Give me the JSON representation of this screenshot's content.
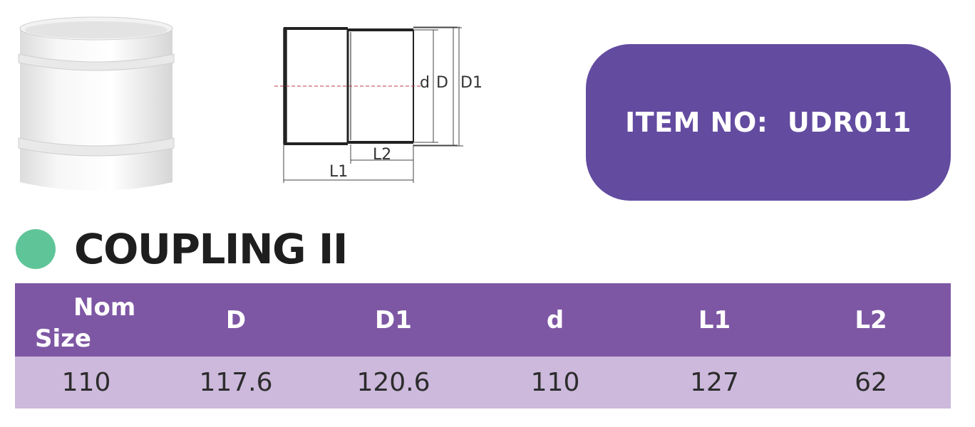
{
  "item_panel": {
    "label": "ITEM NO:  UDR011"
  },
  "product": {
    "title": "COUPLING II"
  },
  "drawing": {
    "labels": {
      "d": "d",
      "D": "D",
      "D1": "D1",
      "L1": "L1",
      "L2": "L2"
    }
  },
  "table": {
    "headers": {
      "nom_line1": "Nom",
      "nom_line2": "Size",
      "D": "D",
      "D1": "D1",
      "d": "d",
      "L1": "L1",
      "L2": "L2"
    },
    "rows": [
      {
        "nom_size": "110",
        "D": "117.6",
        "D1": "120.6",
        "d": "110",
        "L1": "127",
        "L2": "62"
      }
    ]
  },
  "colors": {
    "item_panel": "#634ba0",
    "title_dot": "#5fc598",
    "table_header": "#7e57a4",
    "table_row": "#cdb9dc"
  }
}
